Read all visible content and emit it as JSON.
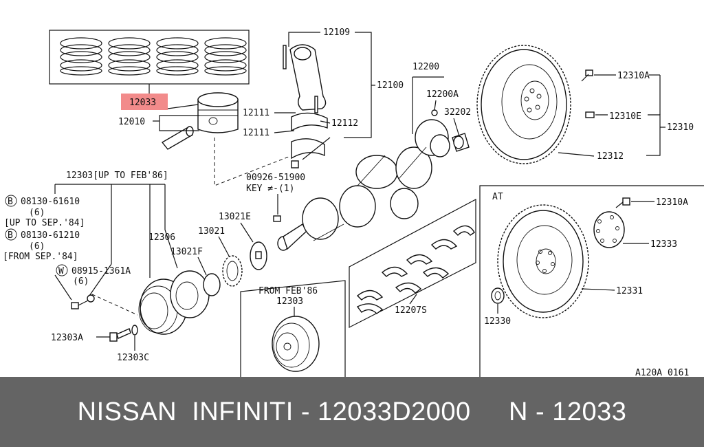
{
  "diagram": {
    "highlight_color": "#f28b8b",
    "callouts": {
      "c12109": "12109",
      "c12100": "12100",
      "c12111a": "12111",
      "c12111b": "12111",
      "c12112": "12112",
      "c12033": "12033",
      "c12010": "12010",
      "c12200": "12200",
      "c12200a": "12200A",
      "c32202": "32202",
      "c12310a_top": "12310A",
      "c12310e": "12310E",
      "c12310": "12310",
      "c12312": "12312",
      "c12303_up": "12303[UP TO FEB'86]",
      "c08130_61610": "08130-61610",
      "c6a": "(6)",
      "up_to_sep84": "[UP TO SEP.'84]",
      "c08130_61210": "08130-61210",
      "c6b": "(6)",
      "from_sep84": "[FROM SEP.'84]",
      "c08915": "08915-1361A",
      "c6c": "(6)",
      "c00926": "00926-51900",
      "key": "KEY ≠-(1)",
      "c13021e": "13021E",
      "c13021": "13021",
      "c12306": "12306",
      "c13021f": "13021F",
      "c12303a": "12303A",
      "c12303c": "12303C",
      "from_feb86": "FROM FEB'86",
      "c12303_from": "12303",
      "c12207s": "12207S",
      "at": "AT",
      "c12310a_at": "12310A",
      "c12333": "12333",
      "c12331": "12331",
      "c12330": "12330",
      "ref": "A120A 0161"
    },
    "circled": {
      "b1": "B",
      "b2": "B",
      "w": "W"
    }
  },
  "footer": {
    "text": "NISSAN  INFINITI - 12033D2000     N - 12033"
  }
}
